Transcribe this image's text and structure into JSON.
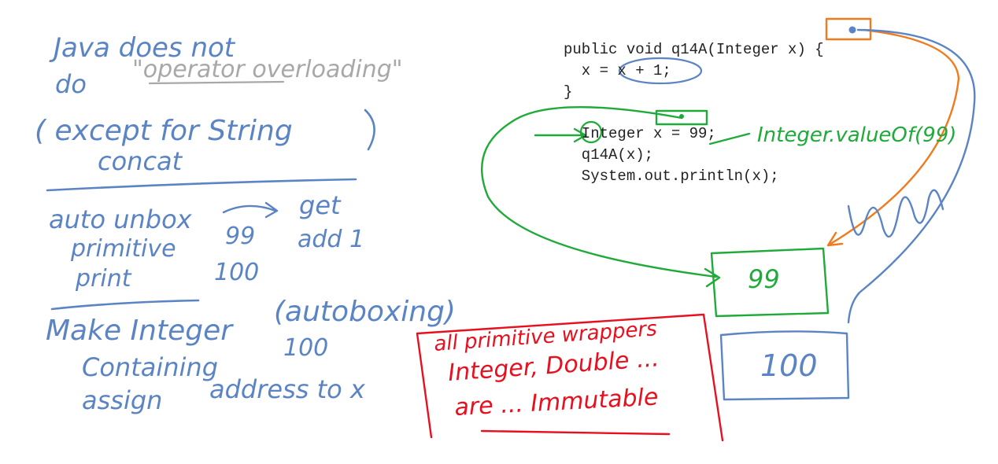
{
  "code": {
    "lines": [
      "public void q14A(Integer x) {",
      "  x = x + 1;",
      "}",
      "",
      "  Integer x = 99;",
      "  q14A(x);",
      "  System.out.println(x);"
    ]
  },
  "notes": {
    "java_line": "Java does not",
    "do_line": "do",
    "operator_overloading": "\"operator overloading\"",
    "except_line": "( except for String",
    "concat_line": "concat",
    "autounbox": "auto unbox",
    "get": "get",
    "primitive": "primitive",
    "n99": "99",
    "add1": "add 1",
    "print": "print",
    "n100": "100",
    "make_integer": "Make Integer",
    "autoboxing": "(autoboxing)",
    "containing": "Containing",
    "containing_100": "100",
    "assign": "assign",
    "address_to_x": "address to x",
    "valueof": "Integer.valueOf(99)",
    "box_99": "99",
    "box_100": "100",
    "red_line1": "all primitive wrappers",
    "red_line2": "Integer, Double ...",
    "red_line3": "are ... Immutable"
  },
  "colors": {
    "ink_blue": "#5b84c4",
    "ink_gray": "#a8a8a8",
    "ink_green": "#1faa3a",
    "ink_orange": "#f07a1e",
    "ink_red": "#e8101e",
    "code_text": "#222222"
  }
}
